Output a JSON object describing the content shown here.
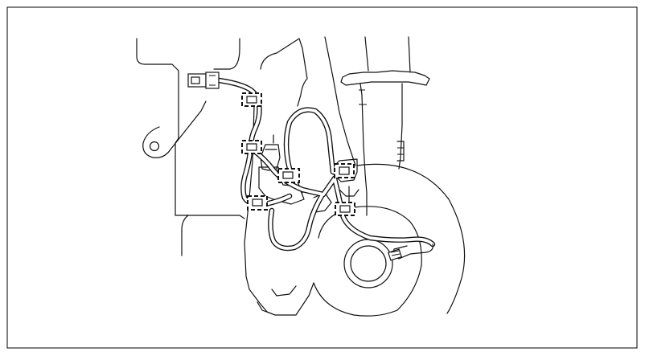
{
  "figure": {
    "kind": "wheel speed sensor harness routing illustration",
    "labels": [],
    "colors": {
      "line": "#111111",
      "background": "#ffffff",
      "border": "#000000"
    },
    "components": [
      "body-panel",
      "lower-arm",
      "strut-assembly",
      "coil-spring-seat",
      "knuckle",
      "brake-caliper",
      "brake-disc",
      "hub",
      "wheel-speed-sensor",
      "harness",
      "connector"
    ],
    "clip_count": 6
  }
}
